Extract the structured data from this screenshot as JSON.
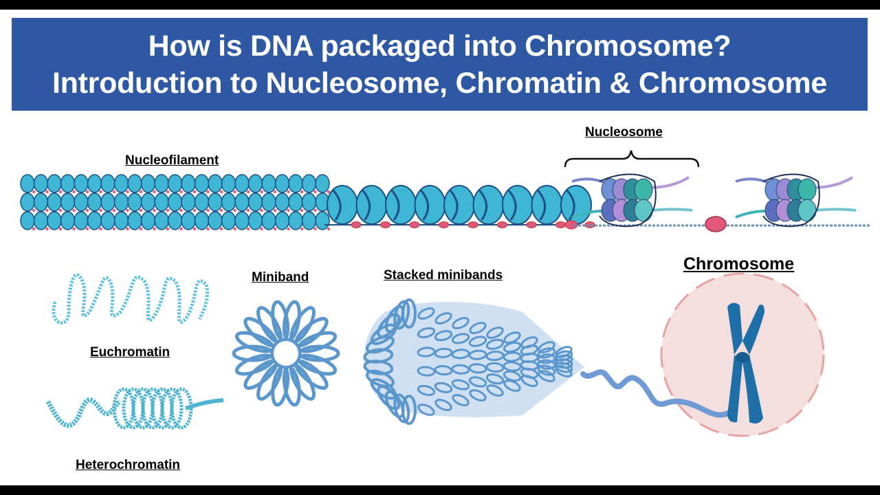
{
  "title": {
    "line1": "How is DNA packaged into Chromosome?",
    "line2": "Introduction to Nucleosome, Chromatin & Chromosome"
  },
  "labels": {
    "nucleofilament": "Nucleofilament",
    "nucleosome": "Nucleosome",
    "chromosome": "Chromosome",
    "miniband": "Miniband",
    "stacked_minibands": "Stacked minibands",
    "euchromatin": "Euchromatin",
    "heterochromatin": "Heterochromatin"
  },
  "colors": {
    "banner": "#2e58a3",
    "nucleosome_cyan": "#3fb6d3",
    "nucleosome_dark": "#1c4f86",
    "linker_pink": "#e2577a",
    "chromatin_blue": "#5b96cc",
    "chromosome_blue": "#1e6fa8",
    "cell_pink": "#f5dede"
  }
}
